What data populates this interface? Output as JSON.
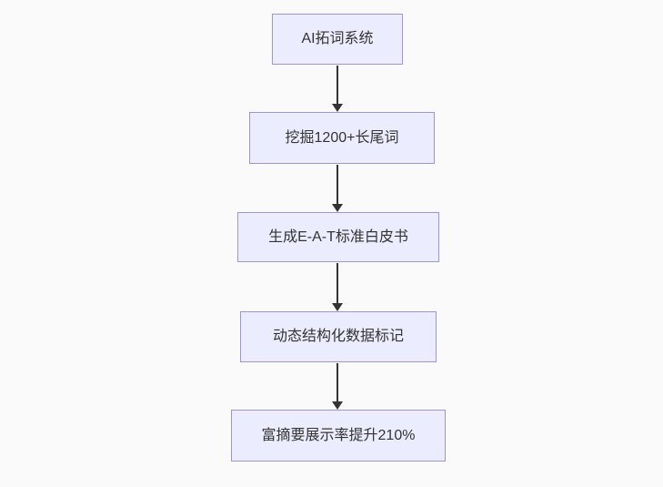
{
  "diagram": {
    "type": "flowchart",
    "direction": "top-down",
    "nodes": [
      {
        "label": "AI拓词系统"
      },
      {
        "label": "挖掘1200+长尾词"
      },
      {
        "label": "生成E-A-T标准白皮书"
      },
      {
        "label": "动态结构化数据标记"
      },
      {
        "label": "富摘要展示率提升210%"
      }
    ],
    "edges": [
      {
        "from": 0,
        "to": 1
      },
      {
        "from": 1,
        "to": 2
      },
      {
        "from": 2,
        "to": 3
      },
      {
        "from": 3,
        "to": 4
      }
    ],
    "colors": {
      "background": "#fafafa",
      "node_fill": "#ececff",
      "node_border": "#9f93db",
      "edge_line": "#333333",
      "text": "#333333"
    }
  }
}
